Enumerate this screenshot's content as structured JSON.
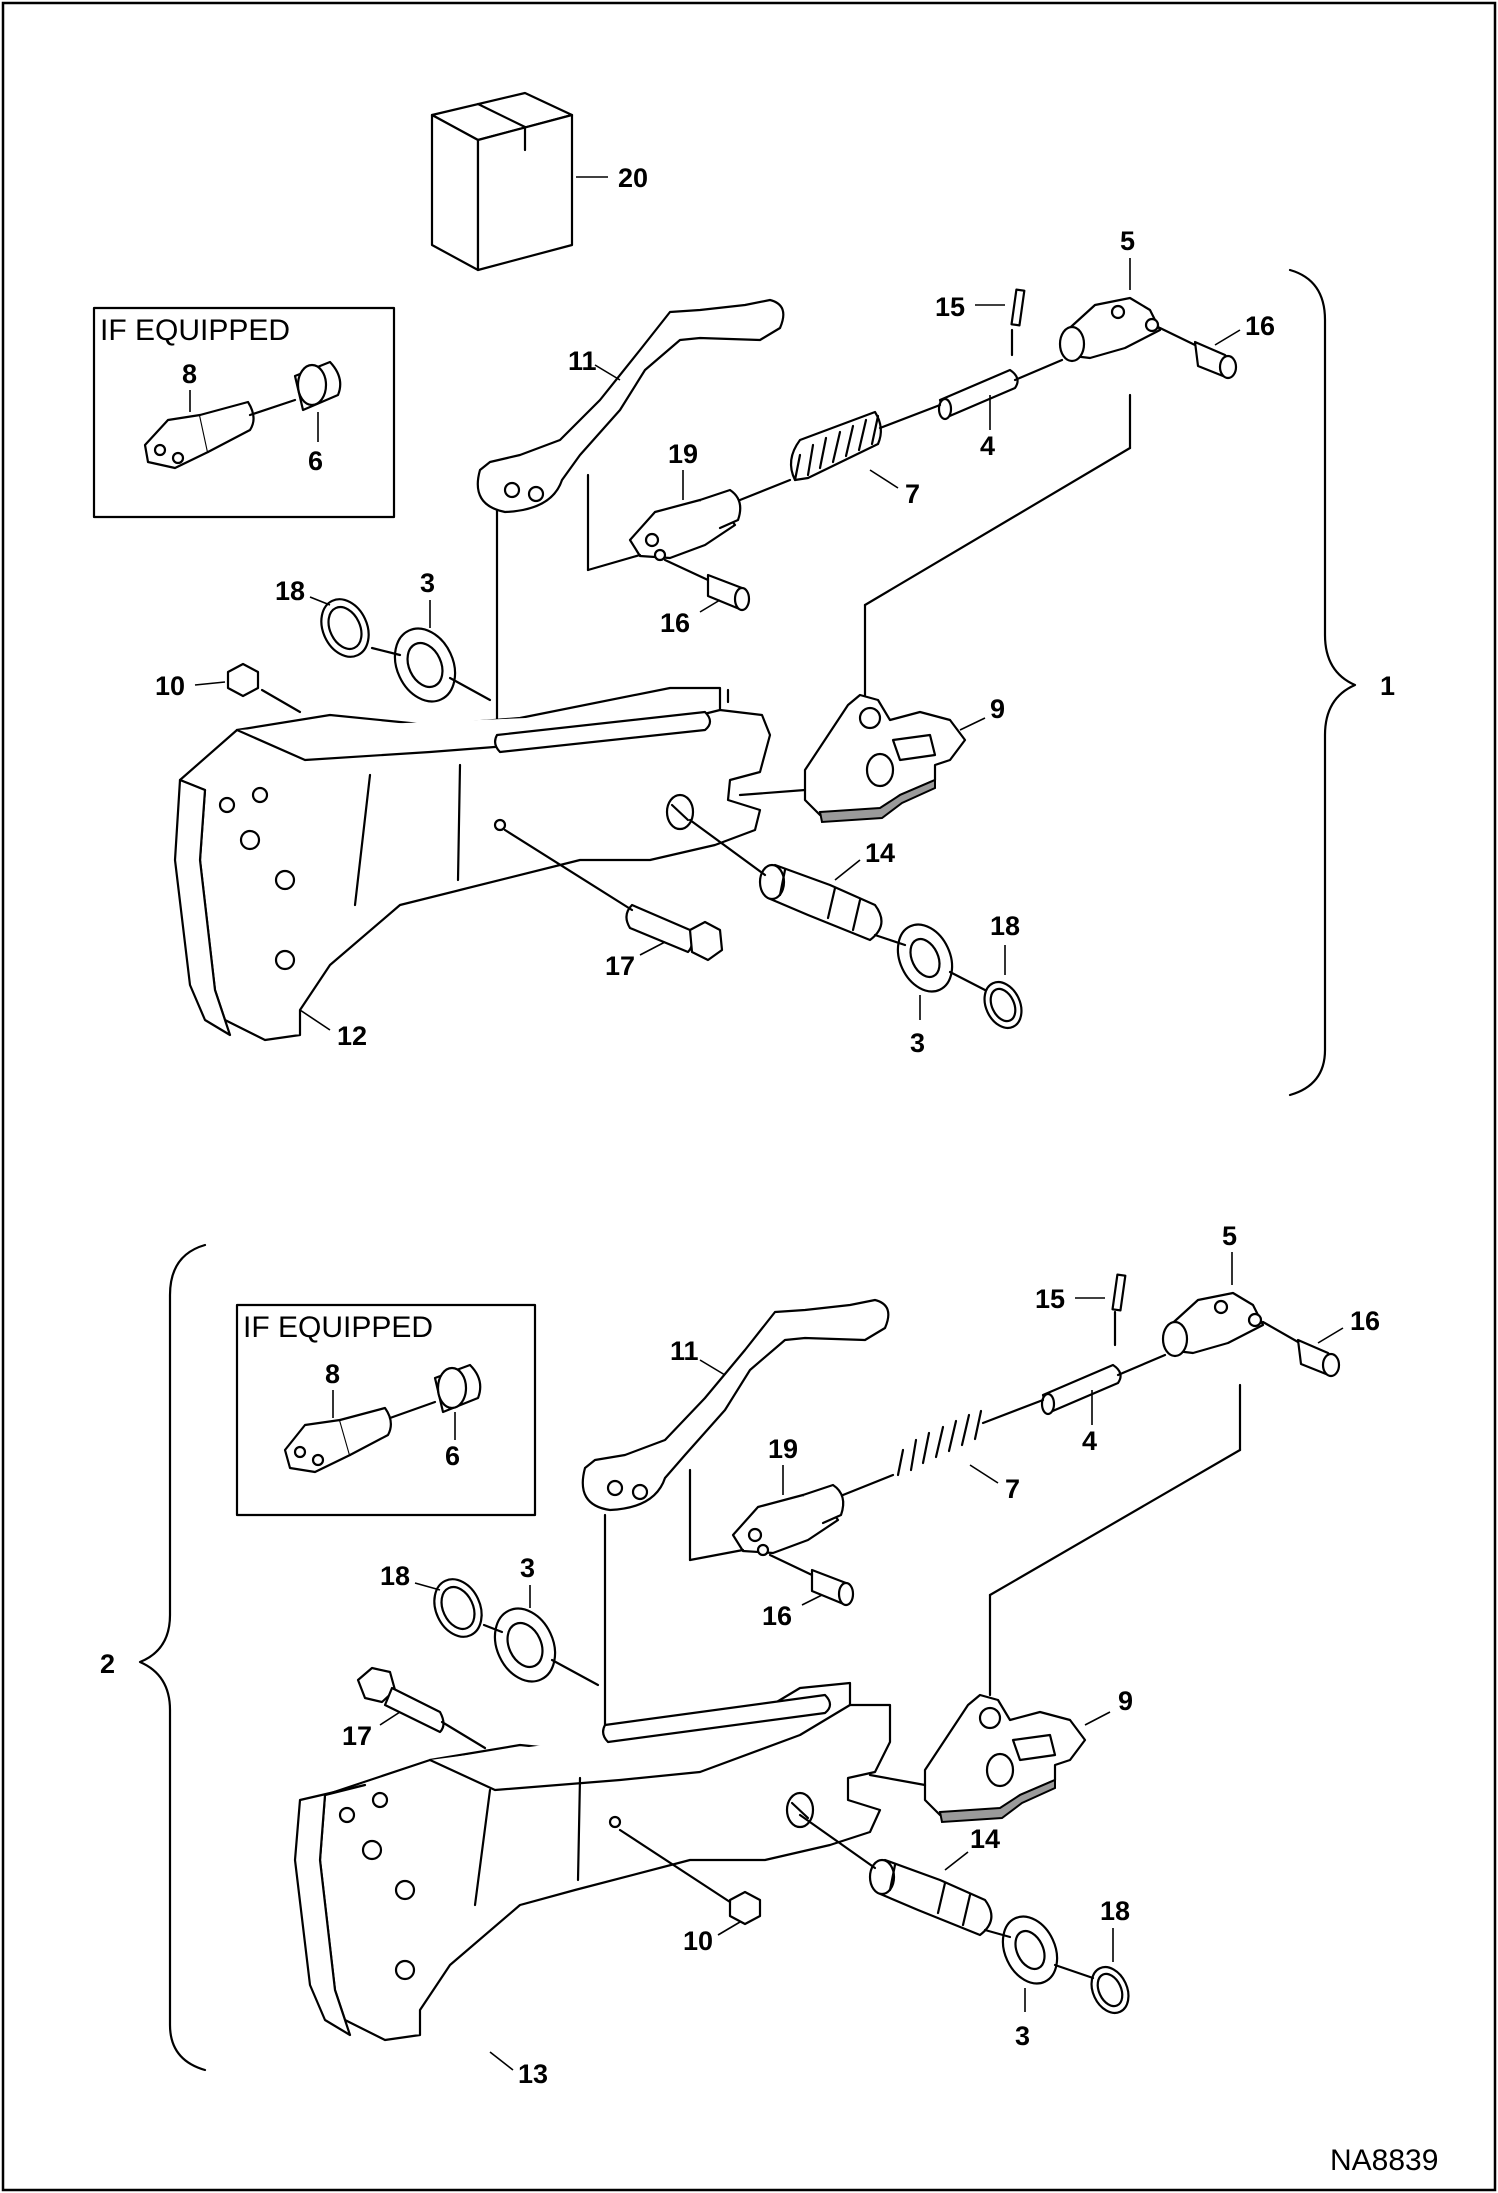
{
  "drawing_number": "NA8839",
  "box_title": "IF EQUIPPED",
  "assembly_1": {
    "label": "1",
    "inset": {
      "title": "IF EQUIPPED",
      "labels": [
        "8",
        "6"
      ]
    },
    "callouts": {
      "c20": "20",
      "c5": "5",
      "c15": "15",
      "c16a": "16",
      "c11": "11",
      "c4": "4",
      "c19": "19",
      "c7": "7",
      "c16b": "16",
      "c18a": "18",
      "c3a": "3",
      "c10": "10",
      "c9": "9",
      "c14": "14",
      "c18b": "18",
      "c17": "17",
      "c3b": "3",
      "c12": "12"
    }
  },
  "assembly_2": {
    "label": "2",
    "inset": {
      "title": "IF EQUIPPED",
      "labels": [
        "8",
        "6"
      ]
    },
    "callouts": {
      "c5": "5",
      "c15": "15",
      "c16a": "16",
      "c11": "11",
      "c4": "4",
      "c19": "19",
      "c7": "7",
      "c16b": "16",
      "c18a": "18",
      "c3a": "3",
      "c17": "17",
      "c9": "9",
      "c14": "14",
      "c10": "10",
      "c18b": "18",
      "c3b": "3",
      "c13": "13"
    }
  }
}
